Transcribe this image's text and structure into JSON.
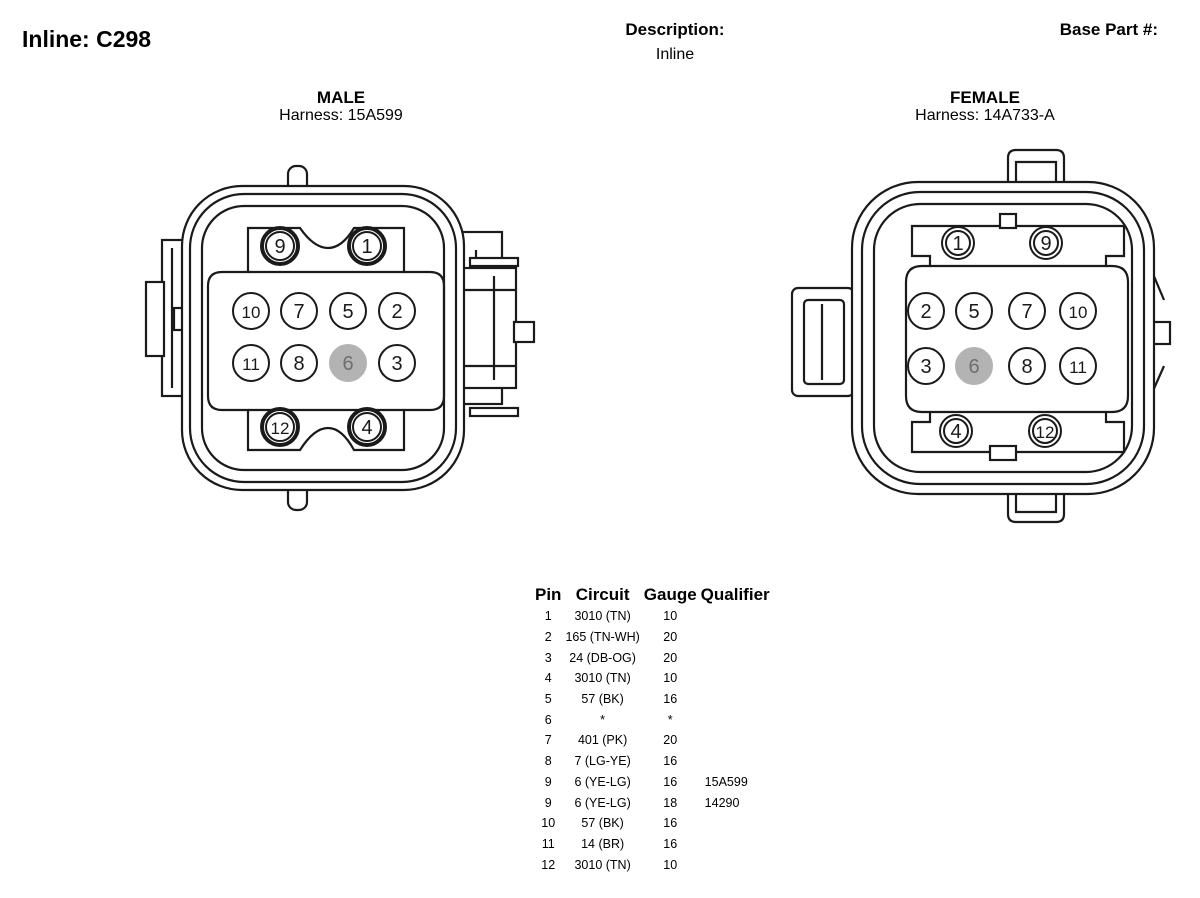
{
  "header": {
    "title": "Inline: C298",
    "description_label": "Description:",
    "description_value": "Inline",
    "base_part_label": "Base Part #:"
  },
  "male": {
    "title": "MALE",
    "harness": "Harness: 15A599",
    "pins": [
      "9",
      "1",
      "10",
      "7",
      "5",
      "2",
      "11",
      "8",
      "6",
      "3",
      "12",
      "4"
    ]
  },
  "female": {
    "title": "FEMALE",
    "harness": "Harness: 14A733-A",
    "pins": [
      "1",
      "9",
      "2",
      "5",
      "7",
      "10",
      "3",
      "6",
      "8",
      "11",
      "4",
      "12"
    ]
  },
  "colors": {
    "unused_pin": "#b3b3b3",
    "line": "#1a1a1a"
  },
  "table": {
    "headers": [
      "Pin",
      "Circuit",
      "Gauge",
      "Qualifier"
    ],
    "rows": [
      [
        "1",
        "3010 (TN)",
        "10",
        ""
      ],
      [
        "2",
        "165 (TN-WH)",
        "20",
        ""
      ],
      [
        "3",
        "24 (DB-OG)",
        "20",
        ""
      ],
      [
        "4",
        "3010 (TN)",
        "10",
        ""
      ],
      [
        "5",
        "57 (BK)",
        "16",
        ""
      ],
      [
        "6",
        "*",
        "*",
        ""
      ],
      [
        "7",
        "401 (PK)",
        "20",
        ""
      ],
      [
        "8",
        "7 (LG-YE)",
        "16",
        ""
      ],
      [
        "9",
        "6 (YE-LG)",
        "16",
        "15A599"
      ],
      [
        "9",
        "6 (YE-LG)",
        "18",
        "14290"
      ],
      [
        "10",
        "57 (BK)",
        "16",
        ""
      ],
      [
        "11",
        "14 (BR)",
        "16",
        ""
      ],
      [
        "12",
        "3010 (TN)",
        "10",
        ""
      ]
    ]
  }
}
